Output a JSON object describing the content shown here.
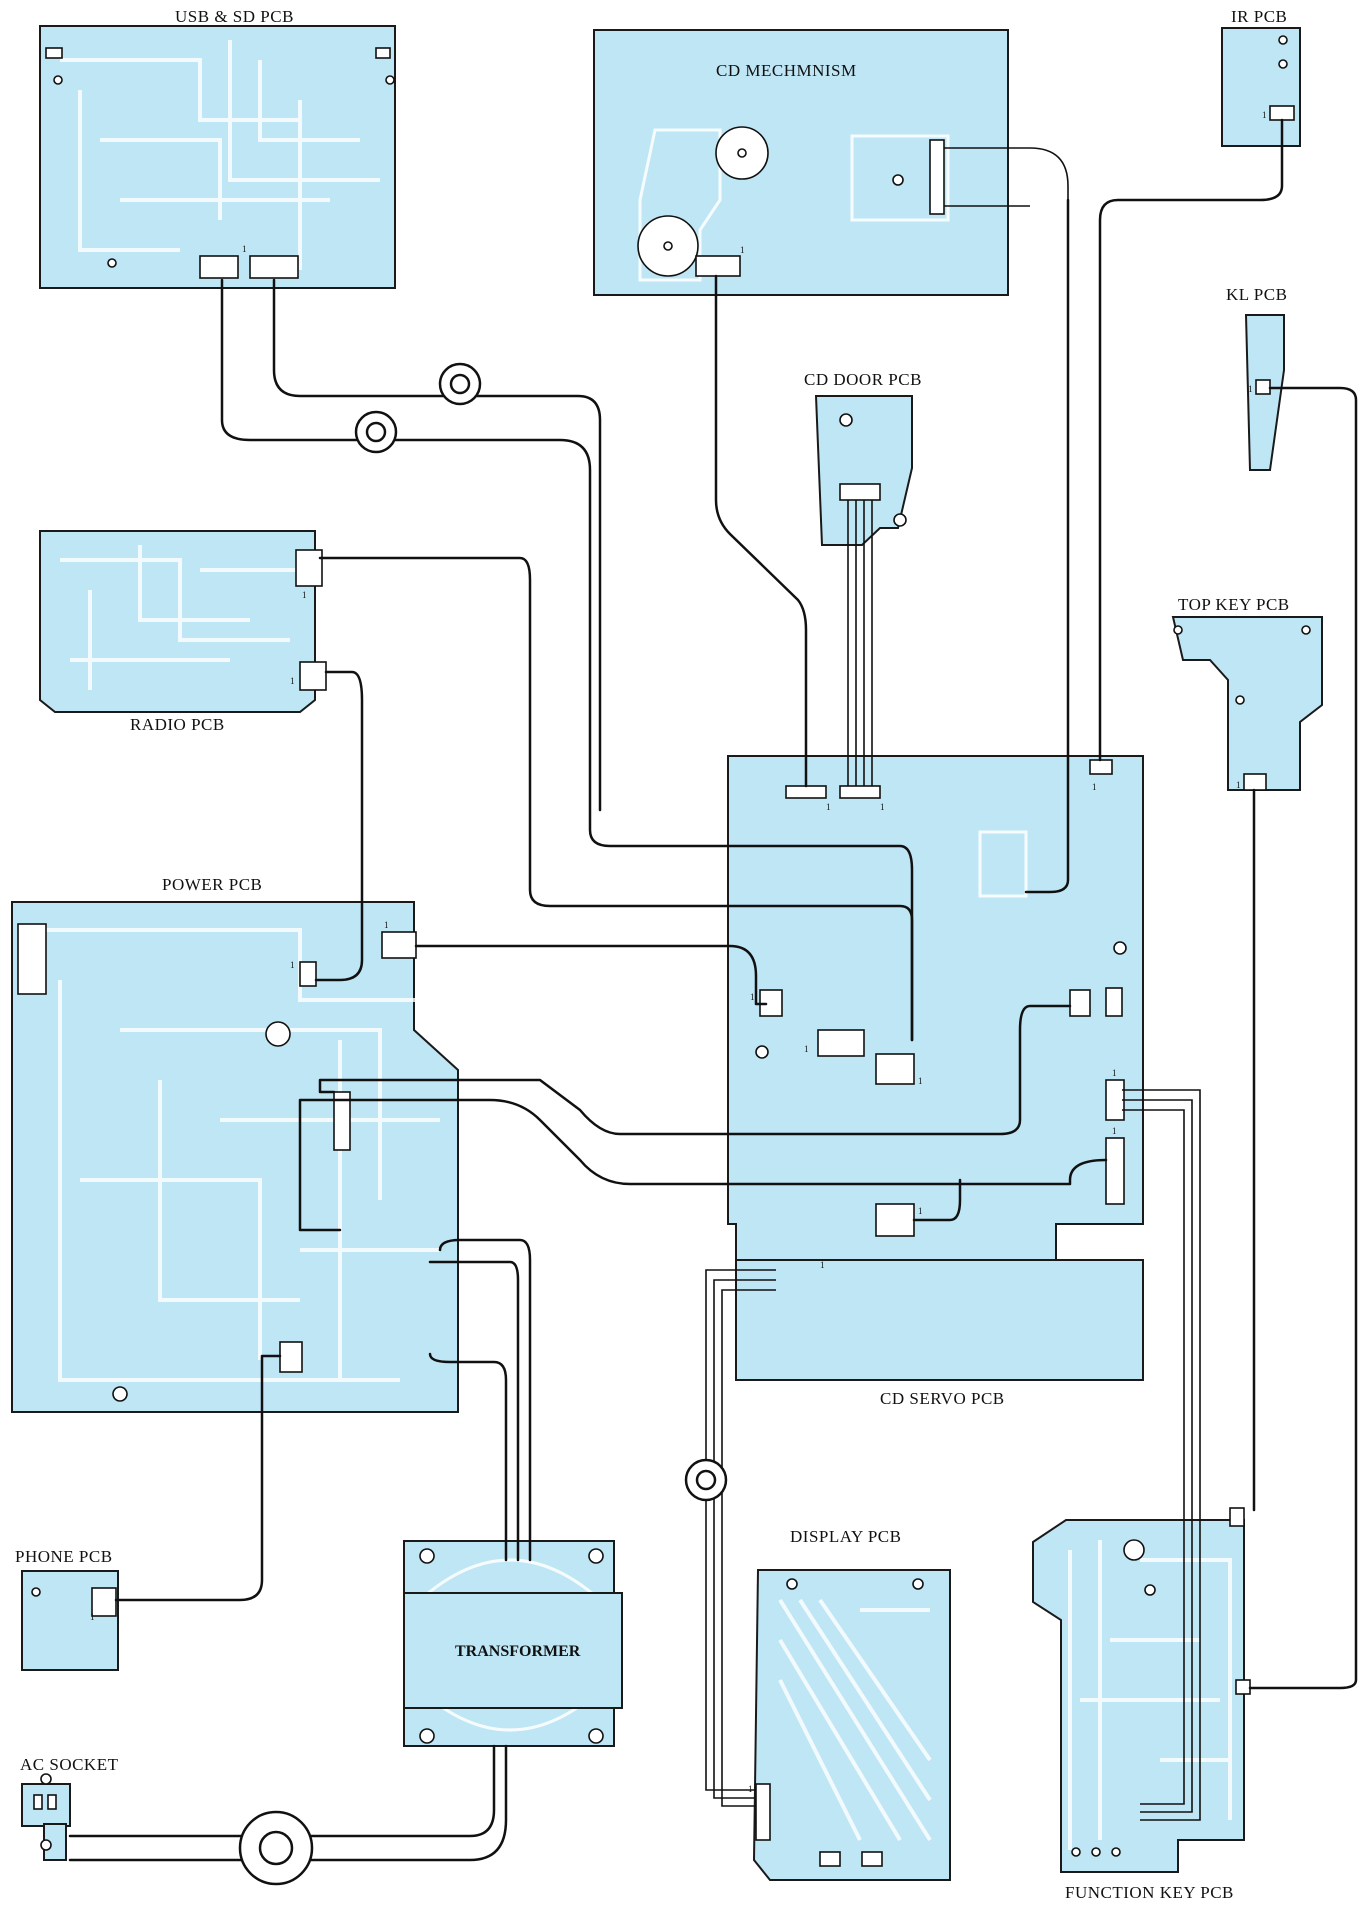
{
  "labels": {
    "usb_sd_pcb": "USB & SD PCB",
    "cd_mechanism": "CD MECHMNISM",
    "ir_pcb": "IR PCB",
    "kl_pcb": "KL PCB",
    "cd_door_pcb": "CD DOOR PCB",
    "radio_pcb": "RADIO PCB",
    "top_key_pcb": "TOP KEY PCB",
    "power_pcb": "POWER PCB",
    "cd_servo_pcb": "CD SERVO PCB",
    "phone_pcb": "PHONE PCB",
    "display_pcb": "DISPLAY PCB",
    "transformer": "TRANSFORMER",
    "ac_socket": "AC SOCKET",
    "function_key_pcb": "FUNCTION KEY PCB"
  },
  "pin_marker": "1",
  "colors": {
    "board_fill": "#bfe6f5",
    "wire": "#111111",
    "background": "#ffffff"
  }
}
